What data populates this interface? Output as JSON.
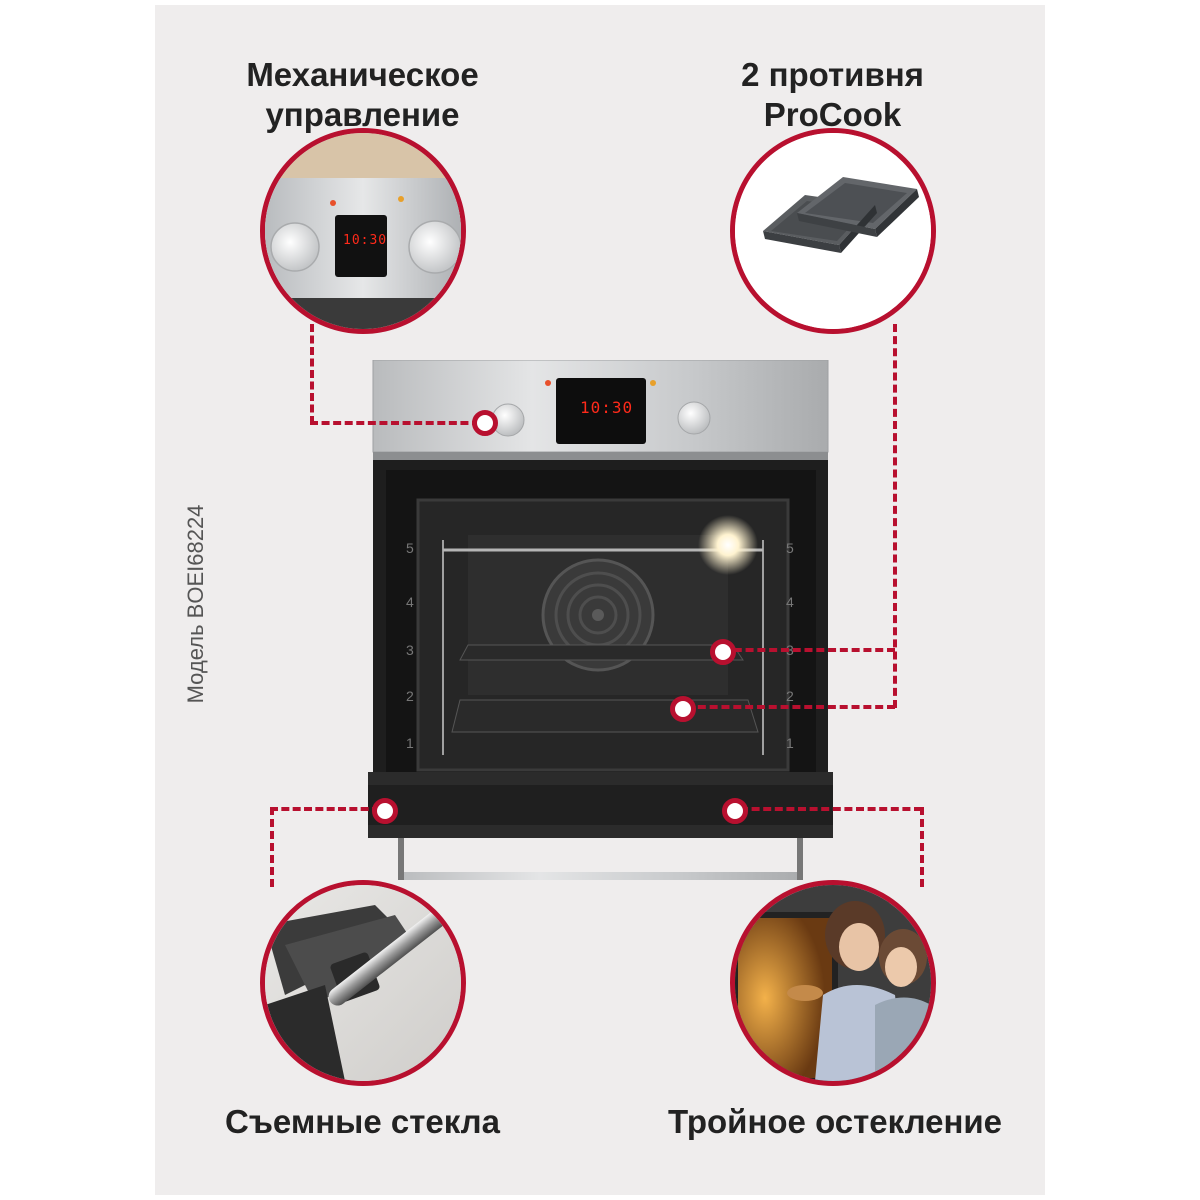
{
  "features": {
    "top_left": {
      "line1": "Механическое",
      "line2": "управление"
    },
    "top_right": {
      "line1": "2 противня",
      "line2": "ProCook"
    },
    "bottom_left": {
      "label": "Съемные стекла"
    },
    "bottom_right": {
      "label": "Тройное остекление"
    }
  },
  "model_label": "Модель BOEI68224",
  "oven": {
    "display_time": "10:30",
    "inset_display_time": "10:30",
    "rack_levels": [
      "5",
      "4",
      "3",
      "2",
      "1"
    ]
  },
  "colors": {
    "accent": "#b8102f",
    "panel_background": "#efeded",
    "display_digits": "#ff2a1a"
  },
  "icons": {
    "control_knob": "knob-icon",
    "baking_tray": "tray-icon"
  }
}
